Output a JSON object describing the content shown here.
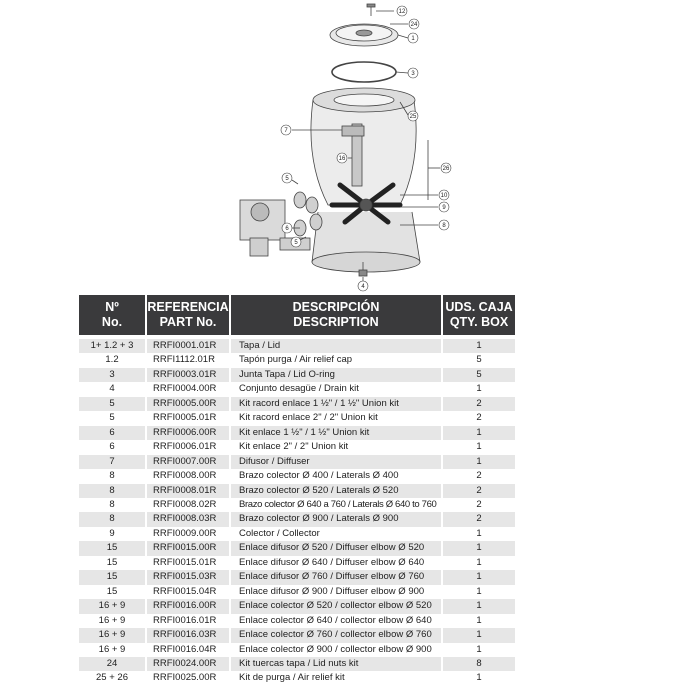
{
  "diagram": {
    "callouts": [
      "12",
      "24",
      "1",
      "3",
      "25",
      "7",
      "16",
      "26",
      "10",
      "9",
      "8",
      "5",
      "6",
      "5",
      "4"
    ]
  },
  "table": {
    "headers": [
      {
        "es": "Nº",
        "en": "No."
      },
      {
        "es": "REFERENCIA",
        "en": "PART No."
      },
      {
        "es": "DESCRIPCIÓN",
        "en": "DESCRIPTION"
      },
      {
        "es": "UDS. CAJA",
        "en": "QTY. BOX"
      }
    ],
    "rows": [
      {
        "no": "1+ 1.2 + 3",
        "ref": "RRFI0001.01R",
        "desc": "Tapa / Lid",
        "qty": "1"
      },
      {
        "no": "1.2",
        "ref": "RRFI1112.01R",
        "desc": "Tapón purga / Air relief cap",
        "qty": "5"
      },
      {
        "no": "3",
        "ref": "RRFI0003.01R",
        "desc": "Junta Tapa / Lid O-ring",
        "qty": "5"
      },
      {
        "no": "4",
        "ref": "RRFI0004.00R",
        "desc": "Conjunto desagüe / Drain kit",
        "qty": "1"
      },
      {
        "no": "5",
        "ref": "RRFI0005.00R",
        "desc": "Kit racord enlace 1 ½\" /  1 ½\" Union kit",
        "qty": "2"
      },
      {
        "no": "5",
        "ref": "RRFI0005.01R",
        "desc": "Kit racord enlace 2\" /  2\" Union kit",
        "qty": "2"
      },
      {
        "no": "6",
        "ref": "RRFI0006.00R",
        "desc": "Kit enlace 1 ½\" / 1 ½\" Union kit",
        "qty": "1"
      },
      {
        "no": "6",
        "ref": "RRFI0006.01R",
        "desc": "Kit enlace 2\"  / 2\" Union kit",
        "qty": "1"
      },
      {
        "no": "7",
        "ref": "RRFI0007.00R",
        "desc": "Difusor / Diffuser",
        "qty": "1"
      },
      {
        "no": "8",
        "ref": "RRFI0008.00R",
        "desc": "Brazo colector Ø 400 / Laterals Ø 400",
        "qty": "2"
      },
      {
        "no": "8",
        "ref": "RRFI0008.01R",
        "desc": "Brazo colector Ø 520 / Laterals Ø 520",
        "qty": "2"
      },
      {
        "no": "8",
        "ref": "RRFI0008.02R",
        "desc": "Brazo colector Ø 640 a 760 / Laterals Ø 640 to 760",
        "qty": "2"
      },
      {
        "no": "8",
        "ref": "RRFI0008.03R",
        "desc": "Brazo colector Ø 900 / Laterals Ø 900",
        "qty": "2"
      },
      {
        "no": "9",
        "ref": "RRFI0009.00R",
        "desc": "Colector / Collector",
        "qty": "1"
      },
      {
        "no": "15",
        "ref": "RRFI0015.00R",
        "desc": "Enlace difusor Ø 520 / Diffuser elbow Ø 520",
        "qty": "1"
      },
      {
        "no": "15",
        "ref": "RRFI0015.01R",
        "desc": "Enlace difusor Ø 640 / Diffuser elbow Ø 640",
        "qty": "1"
      },
      {
        "no": "15",
        "ref": "RRFI0015.03R",
        "desc": "Enlace difusor Ø 760 / Diffuser elbow Ø 760",
        "qty": "1"
      },
      {
        "no": "15",
        "ref": "RRFI0015.04R",
        "desc": "Enlace difusor Ø 900 / Diffuser elbow Ø 900",
        "qty": "1"
      },
      {
        "no": "16 + 9",
        "ref": "RRFI0016.00R",
        "desc": "Enlace colector Ø 520 / collector elbow Ø 520",
        "qty": "1"
      },
      {
        "no": "16 + 9",
        "ref": "RRFI0016.01R",
        "desc": "Enlace colector Ø 640 / collector elbow Ø 640",
        "qty": "1"
      },
      {
        "no": "16 + 9",
        "ref": "RRFI0016.03R",
        "desc": "Enlace colector Ø 760 / collector elbow Ø 760",
        "qty": "1"
      },
      {
        "no": "16 + 9",
        "ref": "RRFI0016.04R",
        "desc": "Enlace colector Ø 900 / collector elbow Ø 900",
        "qty": "1"
      },
      {
        "no": "24",
        "ref": "RRFI0024.00R",
        "desc": "Kit tuercas tapa / Lid nuts kit",
        "qty": "8"
      },
      {
        "no": "25 + 26",
        "ref": "RRFI0025.00R",
        "desc": "Kit de purga / Air relief kit",
        "qty": "1"
      }
    ]
  }
}
